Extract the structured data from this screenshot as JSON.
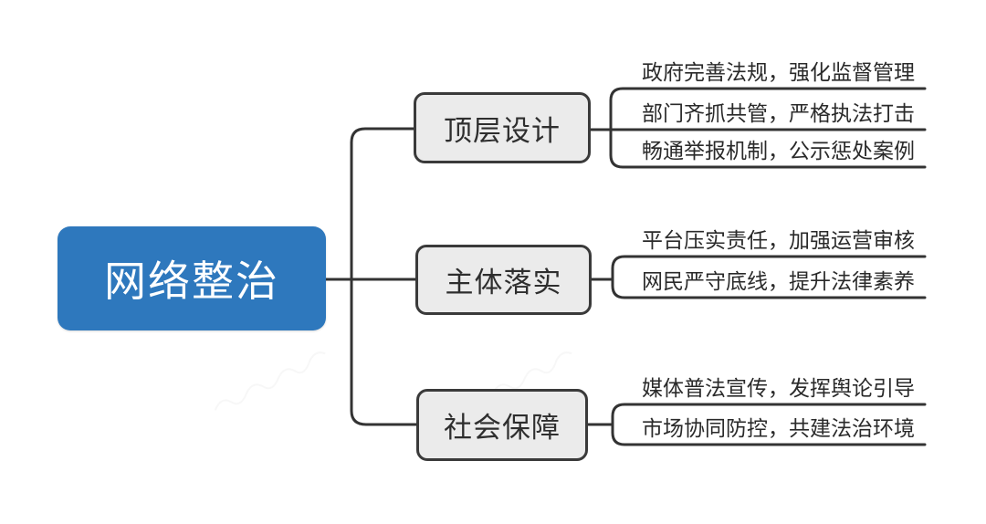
{
  "diagram": {
    "type": "mindmap",
    "root": {
      "label": "网络整治"
    },
    "branches": [
      {
        "label": "顶层设计",
        "leaves": [
          "政府完善法规，强化监督管理",
          "部门齐抓共管，严格执法打击",
          "畅通举报机制，公示惩处案例"
        ]
      },
      {
        "label": "主体落实",
        "leaves": [
          "平台压实责任，加强运营审核",
          "网民严守底线，提升法律素养"
        ]
      },
      {
        "label": "社会保障",
        "leaves": [
          "媒体普法宣传，发挥舆论引导",
          "市场协同防控，共建法治环境"
        ]
      }
    ]
  },
  "colors": {
    "root_bg": "#2e78bd",
    "root_text": "#ffffff",
    "branch_bg": "#ebebeb",
    "branch_border": "#3a3a3a",
    "line": "#333333",
    "leaf_text": "#2a2a2a"
  }
}
